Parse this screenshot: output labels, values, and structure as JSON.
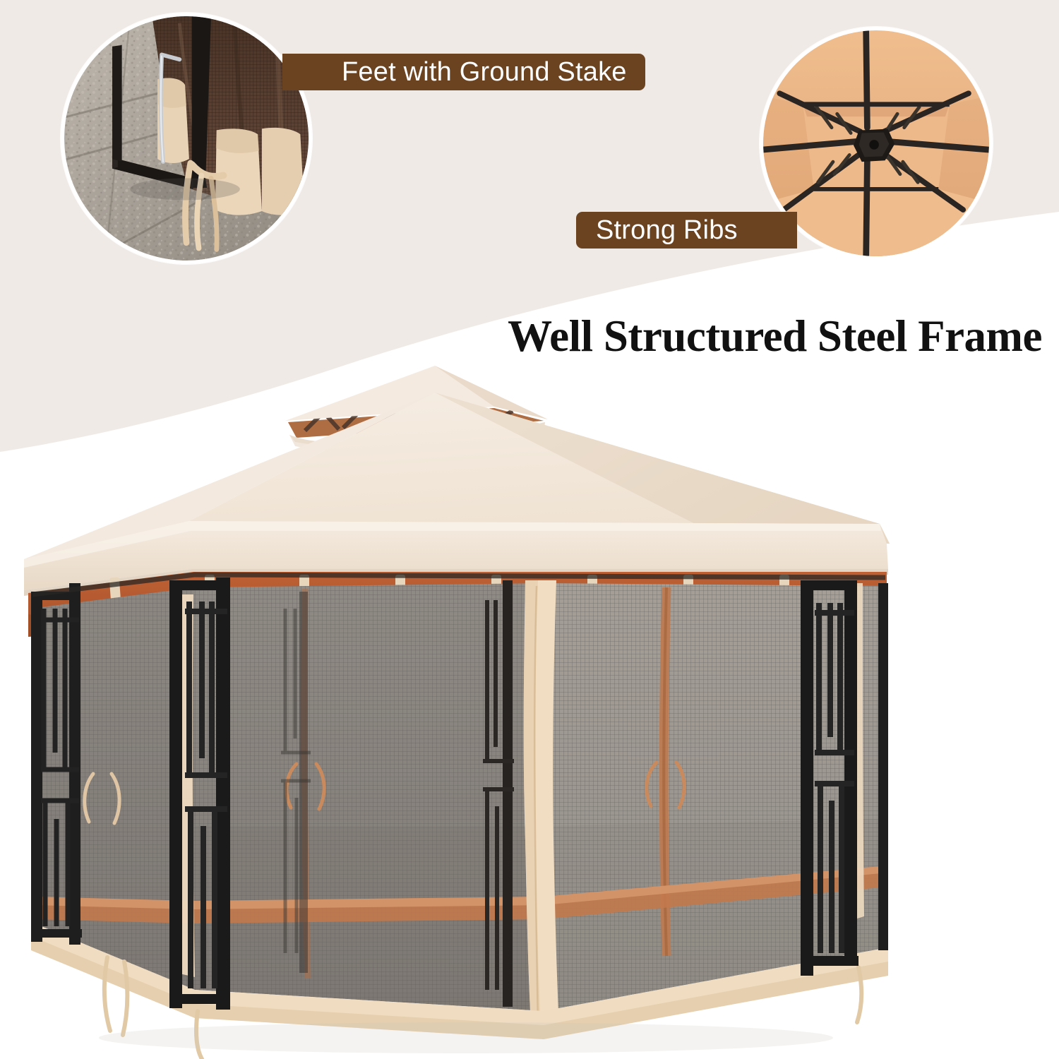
{
  "page": {
    "background_color": "#ffffff",
    "upper_band_color": "#EFEAE6"
  },
  "headline": {
    "text": "Well Structured Steel Frame",
    "color": "#111111"
  },
  "badges": [
    {
      "id": "feet",
      "label": "Feet with Ground Stake",
      "background_color": "#6B4320",
      "text_color": "#ffffff"
    },
    {
      "id": "ribs",
      "label": "Strong Ribs",
      "background_color": "#6B4320",
      "text_color": "#ffffff"
    }
  ],
  "insets": [
    {
      "id": "left",
      "name": "feet-with-ground-stake-photo",
      "subject": "Gazebo leg foot with metal ground stake on stone paving",
      "ring_color": "#ffffff"
    },
    {
      "id": "right",
      "name": "strong-ribs-photo",
      "subject": "Underside of canopy showing radial steel rib structure and central hub",
      "ring_color": "#ffffff"
    }
  ],
  "product": {
    "name": "patio-gazebo-with-mosquito-netting",
    "canopy_color": "#F2E6D9",
    "canopy_shade_color": "#EADCCB",
    "valance_color": "#C0653A",
    "valance_shade_color": "#A9542E",
    "frame_color": "#1E1E1E",
    "netting_color": "#8C8781",
    "netting_color_right": "#A39D96",
    "strap_color": "#F0DCC2",
    "binding_color": "#C98B5E"
  }
}
